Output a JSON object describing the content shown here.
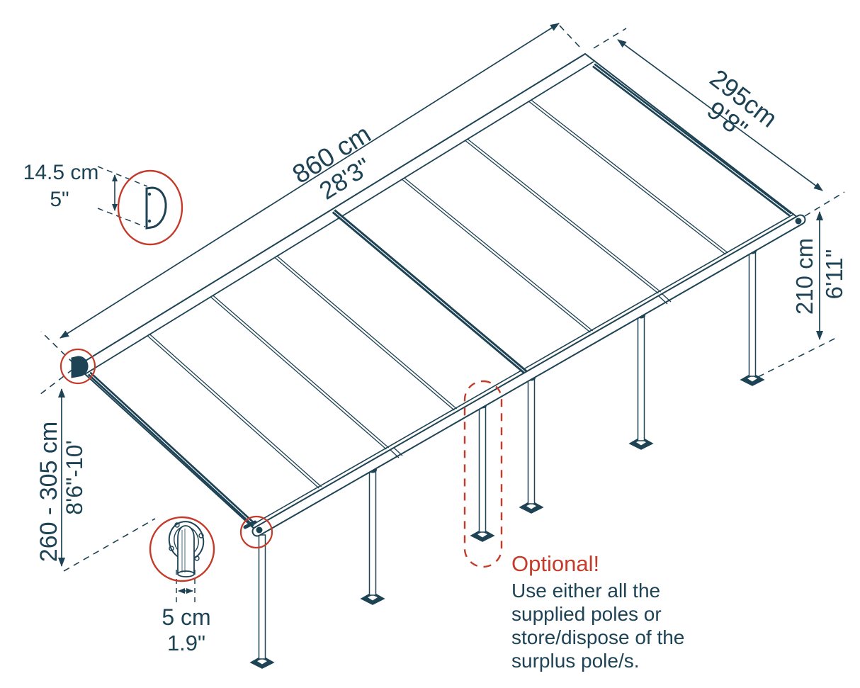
{
  "diagram_type": "patio-cover-dimension-diagram",
  "dimensions": {
    "length_metric": "860 cm",
    "length_imperial": "28'3\"",
    "width_metric": "295cm",
    "width_imperial": "9'8\"",
    "front_height_metric": "210 cm",
    "front_height_imperial": "6'11\"",
    "wall_height_metric": "260 - 305 cm",
    "wall_height_imperial": "8'6\"-10'",
    "profile_height_metric": "14.5 cm",
    "profile_height_imperial": "5\"",
    "post_width_metric": "5 cm",
    "post_width_imperial": "1.9\""
  },
  "note": {
    "title": "Optional!",
    "lines": [
      "Use either all the",
      "supplied poles or",
      "store/dispose of the",
      "surplus pole/s."
    ]
  },
  "colors": {
    "line": "#1d4355",
    "red": "#c43b2a",
    "background": "#ffffff"
  }
}
